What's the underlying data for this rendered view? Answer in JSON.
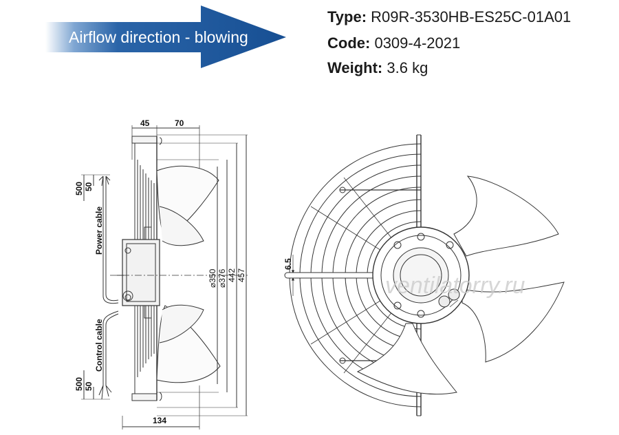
{
  "airflow": {
    "label": "Airflow direction - blowing"
  },
  "specs": [
    {
      "key": "Type:",
      "value": "R09R-3530HB-ES25C-01A01"
    },
    {
      "key": "Code:",
      "value": "0309-4-2021"
    },
    {
      "key": "Weight:",
      "value": "3.6 kg"
    }
  ],
  "side_view": {
    "top_dims": [
      "45",
      "70"
    ],
    "diameter_dims": [
      "⌀350",
      "⌀376",
      "442",
      "457"
    ],
    "bottom_dim": "134",
    "power_cable": {
      "label": "Power cable",
      "lengths": [
        "500",
        "50"
      ]
    },
    "control_cable": {
      "label": "Control cable",
      "lengths": [
        "500",
        "50"
      ]
    }
  },
  "front_view": {
    "slot_dim": "6.5"
  },
  "watermark": "ventilatorry.ru",
  "colors": {
    "arrow": "#1f5a9c",
    "line": "#333333",
    "watermark": "#c9c9c9"
  }
}
